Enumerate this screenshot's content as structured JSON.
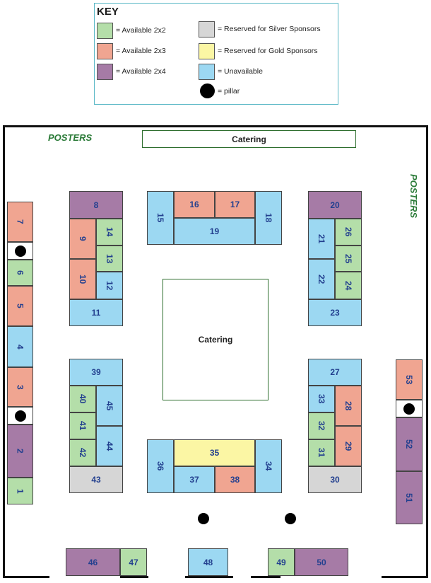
{
  "key": {
    "title": "KEY",
    "items": [
      {
        "label": "= Available 2x2",
        "color": "#b4dea9"
      },
      {
        "label": "= Available 2x3",
        "color": "#f0a591"
      },
      {
        "label": "= Available 2x4",
        "color": "#a67ba6"
      },
      {
        "label": "= Reserved for Silver Sponsors",
        "color": "#d6d6d6"
      },
      {
        "label": "= Reserved for Gold Sponsors",
        "color": "#fbf6a4"
      },
      {
        "label": "= Unavailable",
        "color": "#9cd8f2"
      },
      {
        "label": "= pillar",
        "color": "#000000"
      }
    ]
  },
  "labels": {
    "posters": "POSTERS",
    "catering": "Catering"
  },
  "booths": {
    "b1": "1",
    "b2": "2",
    "b3": "3",
    "b4": "4",
    "b5": "5",
    "b6": "6",
    "b7": "7",
    "b8": "8",
    "b9": "9",
    "b10": "10",
    "b11": "11",
    "b12": "12",
    "b13": "13",
    "b14": "14",
    "b15": "15",
    "b16": "16",
    "b17": "17",
    "b18": "18",
    "b19": "19",
    "b20": "20",
    "b21": "21",
    "b22": "22",
    "b23": "23",
    "b24": "24",
    "b25": "25",
    "b26": "26",
    "b27": "27",
    "b28": "28",
    "b29": "29",
    "b30": "30",
    "b31": "31",
    "b32": "32",
    "b33": "33",
    "b34": "34",
    "b35": "35",
    "b36": "36",
    "b37": "37",
    "b38": "38",
    "b39": "39",
    "b40": "40",
    "b41": "41",
    "b42": "42",
    "b43": "43",
    "b44": "44",
    "b45": "45",
    "b46": "46",
    "b47": "47",
    "b48": "48",
    "b49": "49",
    "b50": "50",
    "b51": "51",
    "b52": "52",
    "b53": "53"
  }
}
